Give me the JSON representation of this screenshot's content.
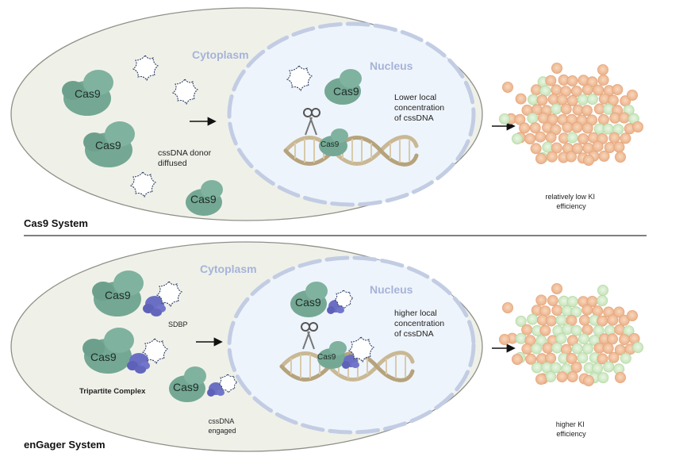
{
  "top": {
    "cytoplasm_label": "Cytoplasm",
    "nucleus_label": "Nucleus",
    "cas9_label": "Cas9",
    "donor_note": [
      "cssDNA donor",
      "diffused"
    ],
    "nucleus_note": [
      "Lower local",
      "concentration",
      "of cssDNA"
    ],
    "result_note": [
      "relatively low KI",
      "efficiency"
    ],
    "system_label": "Cas9 System"
  },
  "bottom": {
    "cytoplasm_label": "Cytoplasm",
    "nucleus_label": "Nucleus",
    "cas9_label": "Cas9",
    "sdbp_label": "SDBP",
    "tripartite_label": "Tripartite Complex",
    "engaged_note": [
      "cssDNA",
      "engaged"
    ],
    "nucleus_note": [
      "higher local",
      "concentration",
      "of cssDNA"
    ],
    "result_note": [
      "higher KI",
      "efficiency"
    ],
    "system_label": "enGager System"
  },
  "colors": {
    "cell_fill": "#eff1e9",
    "nucleus_fill": "#eef4fb",
    "cas9": "#74a894",
    "sdbp": "#6b6fc4",
    "cell_orange": "#f3c39c",
    "cell_green": "#d3ecc7",
    "dna": "#c9b894"
  }
}
